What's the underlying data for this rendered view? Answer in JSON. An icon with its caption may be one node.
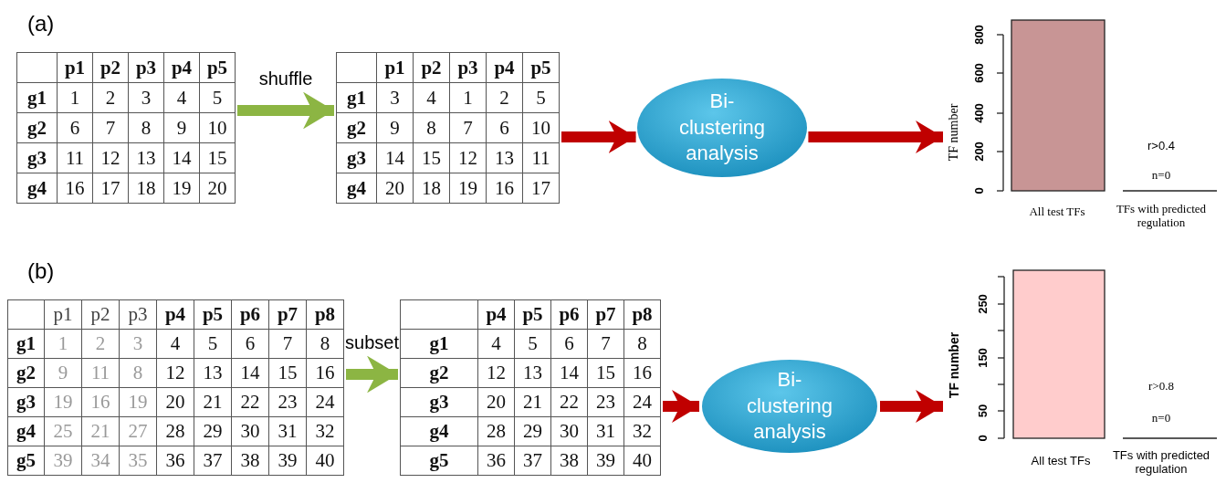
{
  "diagram": {
    "nodes": [
      {
        "text": [
          "p1",
          "p2",
          "p3",
          "p4",
          "p5",
          "g1",
          "1",
          "2",
          "3",
          "4",
          "5",
          "g2",
          "6",
          "7",
          "8",
          "9",
          "10",
          "g3",
          "11",
          "12",
          "13",
          "14",
          "15",
          "g4",
          "16",
          "17",
          "18",
          "19",
          "20"
        ]
      },
      {
        "text": [
          "p1",
          "p2",
          "p3",
          "p4",
          "p5",
          "g1",
          "3",
          "4",
          "1",
          "2",
          "5",
          "g2",
          "9",
          "8",
          "7",
          "6",
          "10",
          "g3",
          "14",
          "15",
          "12",
          "13",
          "11",
          "g4",
          "20",
          "18",
          "19",
          "16",
          "17"
        ]
      },
      {
        "text": [
          "Bi-clustering analysis"
        ]
      },
      {
        "text": [
          "TF number",
          "800",
          "600",
          "400",
          "200",
          "0",
          "r>0.4",
          "n=0",
          "All test TFs",
          "TFs with predicted regulation"
        ]
      },
      {
        "text": [
          "p1",
          "p2",
          "p3",
          "p4",
          "p5",
          "p6",
          "p7",
          "p8",
          "g1",
          "1",
          "2",
          "3",
          "4",
          "5",
          "6",
          "7",
          "8",
          "g2",
          "9",
          "11",
          "8",
          "12",
          "13",
          "14",
          "15",
          "16",
          "g3",
          "19",
          "16",
          "19",
          "20",
          "21",
          "22",
          "23",
          "24",
          "g4",
          "25",
          "21",
          "27",
          "28",
          "29",
          "30",
          "31",
          "32",
          "g5",
          "39",
          "34",
          "35",
          "36",
          "37",
          "38",
          "39",
          "40"
        ]
      },
      {
        "text": [
          "p4",
          "p5",
          "p6",
          "p7",
          "p8",
          "g1",
          "4",
          "5",
          "6",
          "7",
          "8",
          "g2",
          "12",
          "13",
          "14",
          "15",
          "16",
          "g3",
          "20",
          "21",
          "22",
          "23",
          "24",
          "g4",
          "28",
          "29",
          "30",
          "31",
          "32",
          "g5",
          "36",
          "37",
          "38",
          "39",
          "40"
        ]
      },
      {
        "text": [
          "Bi-clustering analysis"
        ]
      },
      {
        "text": [
          "TF number",
          "250",
          "150",
          "50",
          "0",
          "r>0.8",
          "n=0",
          "All test TFs",
          "TFs with predicted regulation"
        ]
      }
    ],
    "edges": [
      {
        "from": 0,
        "to": 1,
        "arrow": "to",
        "label": "shuffle",
        "color": "#8cb543"
      },
      {
        "from": 1,
        "to": 2,
        "arrow": "to"
      },
      {
        "from": 2,
        "to": 3,
        "arrow": "to"
      },
      {
        "from": 4,
        "to": 5,
        "arrow": "to",
        "label": "subset",
        "color": "#8cb543"
      },
      {
        "from": 5,
        "to": 6,
        "arrow": "to"
      },
      {
        "from": 6,
        "to": 7,
        "arrow": "to"
      }
    ],
    "labels": [
      "(a)",
      "(b)"
    ]
  }
}
